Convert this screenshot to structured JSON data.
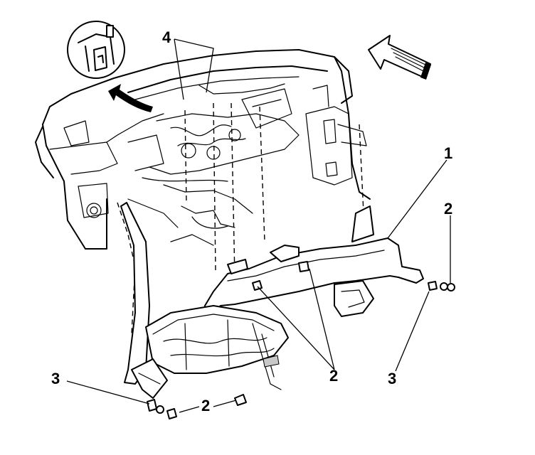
{
  "callouts": {
    "c1": "1",
    "c2_right": "2",
    "c2_middle": "2",
    "c2_bottom": "2",
    "c3_left": "3",
    "c3_right": "3",
    "c4": "4"
  },
  "icons": {
    "inset": "vehicle-location-inset-icon",
    "direction": "front-of-vehicle-arrow-icon"
  },
  "colors": {
    "line": "#000000",
    "background": "#ffffff"
  }
}
